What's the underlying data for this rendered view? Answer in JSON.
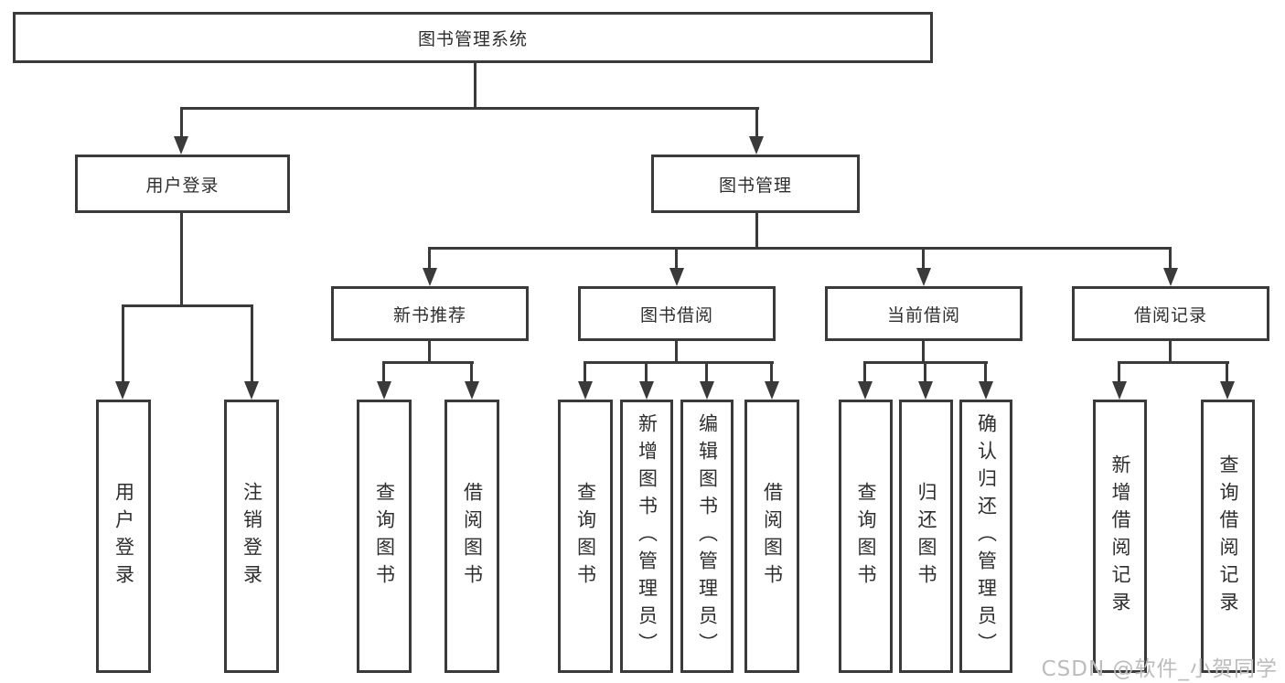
{
  "diagram": {
    "title": "图书管理系统",
    "branches": [
      {
        "label": "用户登录",
        "children": [
          "用户登录",
          "注销登录"
        ]
      },
      {
        "label": "图书管理",
        "children": [
          {
            "label": "新书推荐",
            "children": [
              "查询图书",
              "借阅图书"
            ]
          },
          {
            "label": "图书借阅",
            "children": [
              "查询图书",
              "新增图书（管理员）",
              "编辑图书（管理员）",
              "借阅图书"
            ]
          },
          {
            "label": "当前借阅",
            "children": [
              "查询图书",
              "归还图书",
              "确认归还（管理员）"
            ]
          },
          {
            "label": "借阅记录",
            "children": [
              "新增借阅记录",
              "查询借阅记录"
            ]
          }
        ]
      }
    ]
  },
  "watermark": "CSDN @软件_小贺同学",
  "colors": {
    "line": "#3a3a3a",
    "text": "#2e2e2e",
    "background": "#ffffff",
    "watermark": "#bcbcbc"
  }
}
